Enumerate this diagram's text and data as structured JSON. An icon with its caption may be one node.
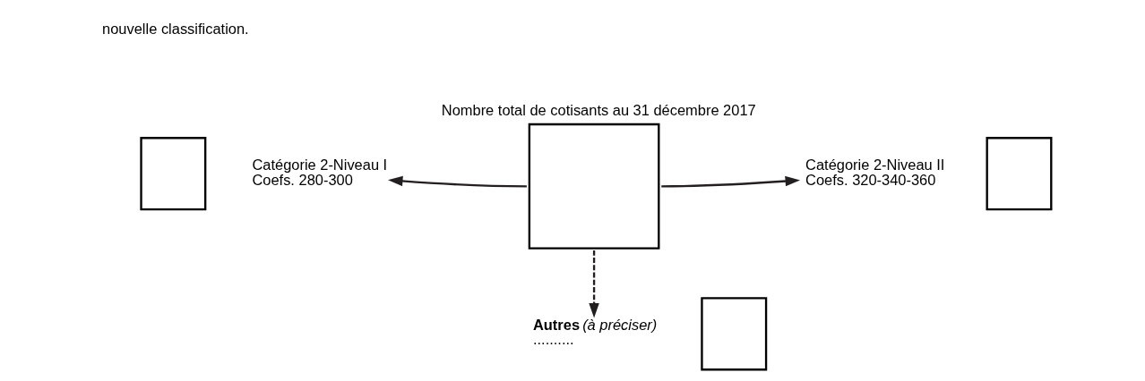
{
  "diagram": {
    "nodes": [
      {
        "text": [],
        "shape": "box"
      },
      {
        "text": [
          "Catégorie 2-Niveau I",
          "Coefs. 280-300"
        ]
      },
      {
        "text": [
          "Nombre total de cotisants au 31 décembre 2017"
        ]
      },
      {
        "text": [
          "Catégorie 2-Niveau II",
          "Coefs. 320-340-360"
        ]
      },
      {
        "text": [],
        "shape": "box"
      },
      {
        "text": [
          "**Autres** *(à préciser)*",
          ".........."
        ]
      },
      {
        "text": [],
        "shape": "box"
      }
    ],
    "edges": [
      {
        "from": 2,
        "to": 1,
        "arrow": "to"
      },
      {
        "from": 2,
        "to": 3,
        "arrow": "to"
      },
      {
        "from": 2,
        "to": 5,
        "arrow": "to",
        "style": "dashed"
      }
    ],
    "labels": [
      "nouvelle classification."
    ]
  }
}
